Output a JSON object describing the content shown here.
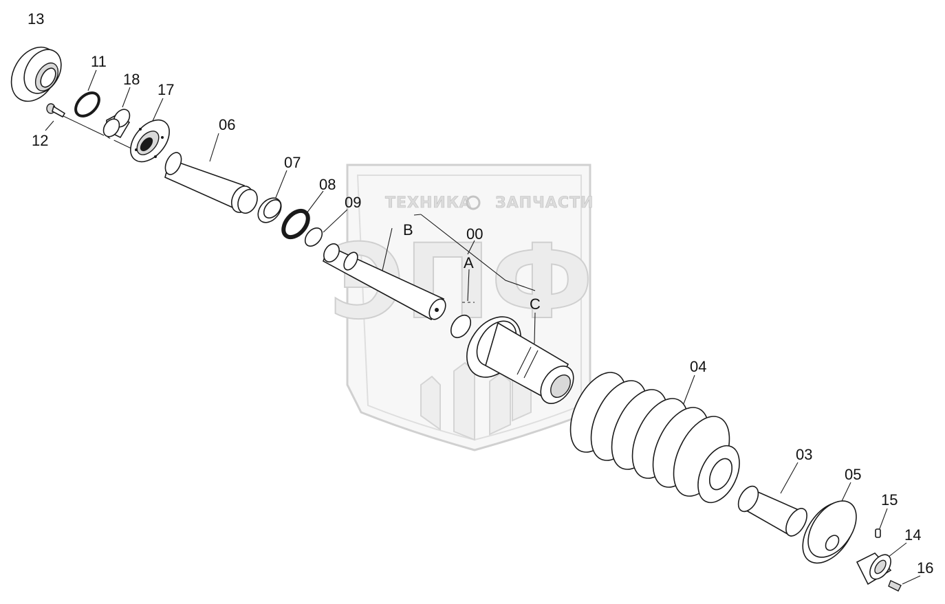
{
  "watermark": {
    "brand_left": "ТЕХНИКА",
    "brand_right": "ЗАПЧАСТИ",
    "logo_letters": "ЭПФ"
  },
  "callouts": {
    "p13": "13",
    "p11": "11",
    "p18": "18",
    "p17": "17",
    "p12": "12",
    "p06": "06",
    "p07": "07",
    "p08": "08",
    "p09": "09",
    "pB": "B",
    "p00": "00",
    "pA": "A",
    "pC": "C",
    "p04": "04",
    "p03": "03",
    "p05": "05",
    "p15": "15",
    "p14": "14",
    "p16": "16"
  }
}
